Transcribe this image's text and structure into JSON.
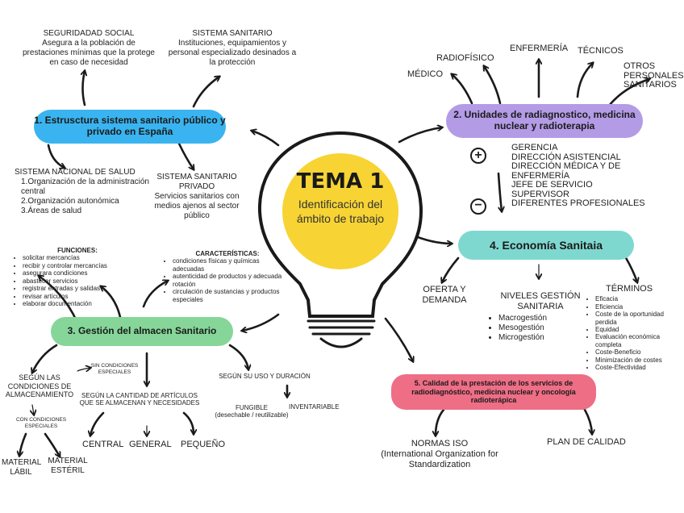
{
  "center": {
    "title": "TEMA 1",
    "subtitle": "Identificación del ámbito de trabajo"
  },
  "colors": {
    "bulb_fill": "#f7d434",
    "blue": "#3ab4f0",
    "purple": "#b39be6",
    "teal": "#7fd8d0",
    "green": "#86d69a",
    "pink": "#ee6e86"
  },
  "node1": {
    "title": "1.  Estrusctura sistema sanitario público y privado en España",
    "seguridad": {
      "title": "SEGURIDADAD SOCIAL",
      "text": "Asegura a la población de prestaciones mínimas que la protege en caso de necesidad"
    },
    "sistema": {
      "title": "SISTEMA SANITARIO",
      "text": "Instituciones, equipamientos y personal especializado desinados a la protección"
    },
    "nacional": {
      "title": "SISTEMA NACIONAL DE SALUD",
      "items": [
        "1.Organización de la administración central",
        "2.Organización autonómica",
        "3.Áreas de salud"
      ]
    },
    "privado": {
      "title": "SISTEMA SANITARIO PRIVADO",
      "text": "Servicios sanitarios con medios ajenos al sector público"
    }
  },
  "node2": {
    "title": "2. Unidades de radiagnostico, medicina nuclear y radioterapia",
    "roles": [
      "MÉDICO",
      "RADIOFÍSICO",
      "ENFERMERÍA",
      "TÉCNICOS",
      "OTROS PERSONALES SANITARIOS"
    ],
    "plus_icon": "plus-circle-icon",
    "minus_icon": "minus-circle-icon",
    "hierarchy": [
      "GERENCIA",
      "DIRECCIÓN ASISTENCIAL",
      "DIRECCIÓN MÉDICA Y DE ENFERMERÍA",
      "JEFE DE SERVICIO",
      "SUPERVISOR",
      "DIFERENTES PROFESIONALES"
    ]
  },
  "node3": {
    "title": "3. Gestión del almacen Sanitario",
    "funciones": {
      "title": "FUNCIONES:",
      "items": [
        "solicitar mercancías",
        "recibir y controlar mercancías",
        "asegurara condiciones",
        "abastecer servicios",
        "registrar entradas y salidas",
        "revisar artículos",
        "elaborar documentación"
      ]
    },
    "caracteristicas": {
      "title": "CARACTERÍSTICAS:",
      "items": [
        "condiciones físicas y químicas adecuadas",
        "autenticidad de productos y adecuada rotación",
        "circulación de sustancias y productos especiales"
      ]
    },
    "condiciones": "SEGÚN LAS CONDICIONES DE ALMACENAMIENTO",
    "sin": "SIN CONDICIONES ESPECIALES",
    "con": "CON CONDICIONES ESPECIALES",
    "labil": "MATERIAL LÁBIL",
    "esteril": "MATERIAL ESTÉRIL",
    "cantidad": "SEGÚN LA CANTIDAD DE ARTÍCULOS QUE SE ALMACENAN Y NECESIDADES",
    "central": "CENTRAL",
    "general": "GENERAL",
    "pequeno": "PEQUEÑO",
    "uso": "SEGÚN SU USO Y DURACIÓN",
    "fungible": "FUNGIBLE",
    "fungible_note": "(desechable / reutilizable)",
    "inventariable": "INVENTARIABLE"
  },
  "node4": {
    "title": "4. Economía Sanitaia",
    "oferta": "OFERTA Y DEMANDA",
    "niveles": {
      "title": "NIVELES GESTIÓN SANITARIA",
      "items": [
        "Macrogestión",
        "Mesogestión",
        "Microgestión"
      ]
    },
    "terminos": {
      "title": "TÉRMINOS",
      "items": [
        "Eficacia",
        "Eficiencia",
        "Coste de la oportunidad perdida",
        "Equidad",
        "Evaluación económica completa",
        "Coste-Beneficio",
        "Minimización de costes",
        "Coste-Efectividad"
      ]
    }
  },
  "node5": {
    "title": "5. Calidad de la prestación de los servicios de radiodiagnóstico, medicina nuclear y oncología radioterápica",
    "normas": "NORMAS ISO",
    "normas_sub": "(International Organization for Standardization",
    "plan": "PLAN DE CALIDAD"
  }
}
